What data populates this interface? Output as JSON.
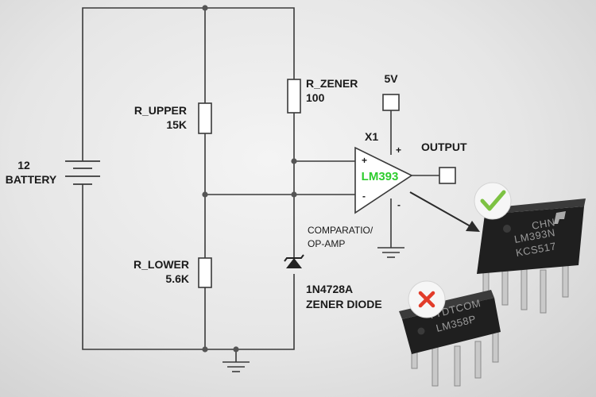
{
  "colors": {
    "wire": "#3a3a3a",
    "accent_green": "#2ecc2e",
    "accept": "#7dc243",
    "reject": "#e23c2a",
    "chip_body": "#232323"
  },
  "components": {
    "battery": {
      "value": "12",
      "name": "BATTERY"
    },
    "r_upper": {
      "name": "R_UPPER",
      "value": "15K"
    },
    "r_lower": {
      "name": "R_LOWER",
      "value": "5.6K"
    },
    "r_zener": {
      "name": "R_ZENER",
      "value": "100"
    },
    "zener": {
      "part": "1N4728A",
      "type": "ZENER DIODE"
    },
    "comparator": {
      "designator": "X1",
      "part": "LM393",
      "desc_line1": "COMPARATIO/",
      "desc_line2": "OP-AMP",
      "plus_in": "+",
      "minus_in": "-",
      "vplus": "+",
      "vminus": "-"
    },
    "supply": {
      "label": "5V"
    },
    "output": {
      "label": "OUTPUT"
    }
  },
  "chips": {
    "good": {
      "line1": "CHN",
      "line2": "LM393N",
      "line3": "KCS517",
      "mark": "check-icon"
    },
    "bad": {
      "line1": "TYDTCOM",
      "line2": "LM358P",
      "mark": "cross-icon"
    }
  }
}
